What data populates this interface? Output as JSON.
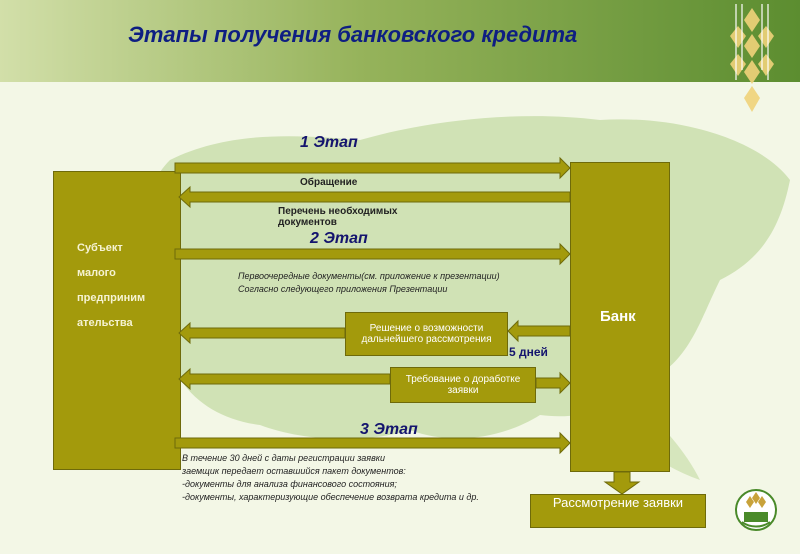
{
  "title": "Этапы получения банковского кредита",
  "subject": {
    "label": "Субъект\nмалого\nпредприним\nательства"
  },
  "bank": {
    "label": "Банк"
  },
  "review": {
    "label": "Рассмотрение заявки"
  },
  "stage1": {
    "label": "1 Этап",
    "appeal": "Обращение",
    "docs_list": "Перечень необходимых документов"
  },
  "stage2": {
    "label": "2 Этап",
    "primary_docs": "Первоочередные документы(см. приложение к презентации)\nСогласно следующего приложения Презентации",
    "decision": "Решение о возможности дальнейшего рассмотрения",
    "days": "5 дней",
    "revision": "Требование о доработке заявки"
  },
  "stage3": {
    "label": "3 Этап",
    "text": "В течение 30 дней с даты регистрации заявки\nзаемщик передает оставшийся пакет документов:\n-документы для анализа финансового состояния;\n-документы, характеризующие обеспечение возврата кредита и др."
  },
  "colors": {
    "box": "#a39a0c",
    "title": "#0e1e82",
    "header_light": "#d2dfa9",
    "header_dark": "#5c8d30",
    "map": "#c9deab"
  },
  "icons": [
    "wheat-logo-icon",
    "bank-emblem-icon"
  ]
}
